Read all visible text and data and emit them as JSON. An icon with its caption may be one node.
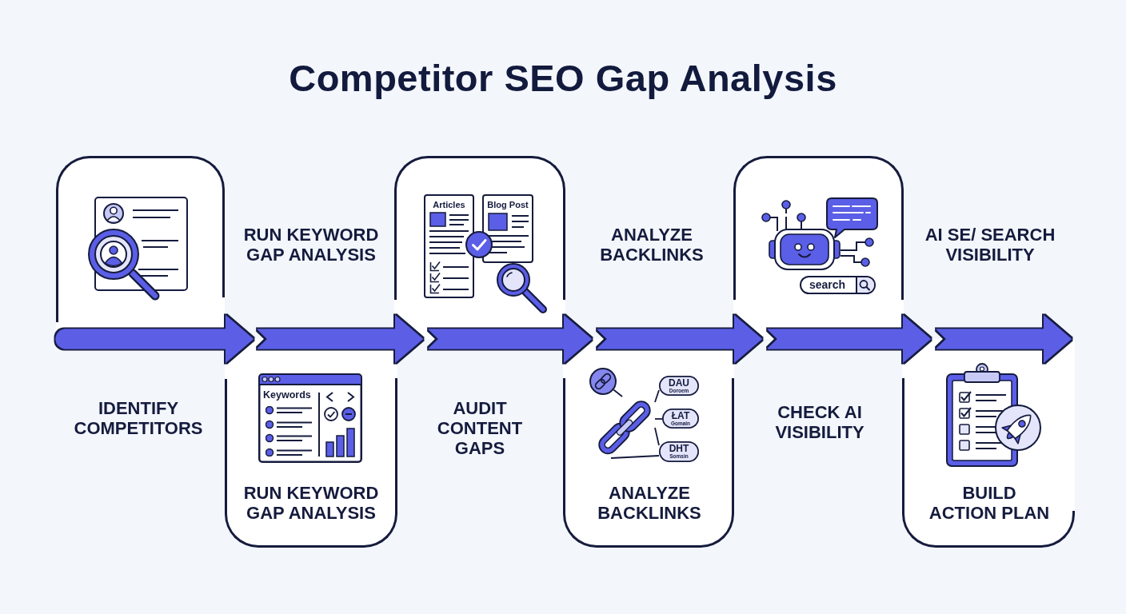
{
  "diagram": {
    "title": "Competitor SEO Gap Analysis",
    "nodes": [
      {
        "text": [],
        "shape": "box",
        "beside": [
          "IDENTIFY COMPETITORS"
        ]
      },
      {
        "text": [
          "RUN KEYWORD GAP ANALYSIS"
        ]
      },
      {
        "text": [
          "Keywords"
        ],
        "in": 1
      },
      {
        "text": [],
        "shape": "box",
        "beside": [
          "AUDIT CONTENT GAPS"
        ]
      },
      {
        "text": [
          "Articles"
        ],
        "in": 3
      },
      {
        "text": [
          "Blog Post"
        ],
        "in": 3
      },
      {
        "text": [
          "ANALYZE BACKLINKS"
        ]
      },
      {
        "text": [],
        "shape": "circle",
        "in": 6
      },
      {
        "text": [],
        "shape": "picture",
        "in": 6
      },
      {
        "text": [
          "DAU",
          "Doroem"
        ],
        "in": 6
      },
      {
        "text": [
          "ŁAT",
          "Gomain"
        ],
        "in": 6
      },
      {
        "text": [
          "DHT",
          "Somsin"
        ],
        "in": 6
      },
      {
        "text": [],
        "shape": "box"
      },
      {
        "text": [
          "search"
        ],
        "in": 12
      },
      {
        "text": [
          "BUILD ACTION PLAN"
        ]
      }
    ],
    "edges": [
      {
        "from": 0,
        "to": 1,
        "arrow": "to"
      },
      {
        "from": 1,
        "to": 3,
        "arrow": "to"
      },
      {
        "from": 3,
        "to": 6,
        "arrow": "to"
      },
      {
        "from": 6,
        "to": 12,
        "arrow": "to"
      },
      {
        "from": 12,
        "to": 14,
        "arrow": "to"
      },
      {
        "from": null,
        "to": 14,
        "arrow": "to"
      },
      {
        "from": 8,
        "to": 7,
        "arrow": "none",
        "color": "#151b3d"
      },
      {
        "from": 8,
        "to": 9,
        "arrow": "none",
        "color": "#151b3d"
      },
      {
        "from": 8,
        "to": 10,
        "arrow": "none",
        "color": "#151b3d"
      },
      {
        "from": 8,
        "to": 11,
        "arrow": "none",
        "color": "#151b3d"
      },
      {
        "from": 8,
        "to": 11,
        "arrow": "none",
        "color": "#151b3d"
      }
    ],
    "labels": [
      "RUN KEYWORD GAP ANALYSIS",
      "ANALYZE BACKLINKS",
      "AI SE/ SEARCH VISIBILITY",
      "CHECK AI VISIBILITY"
    ]
  }
}
